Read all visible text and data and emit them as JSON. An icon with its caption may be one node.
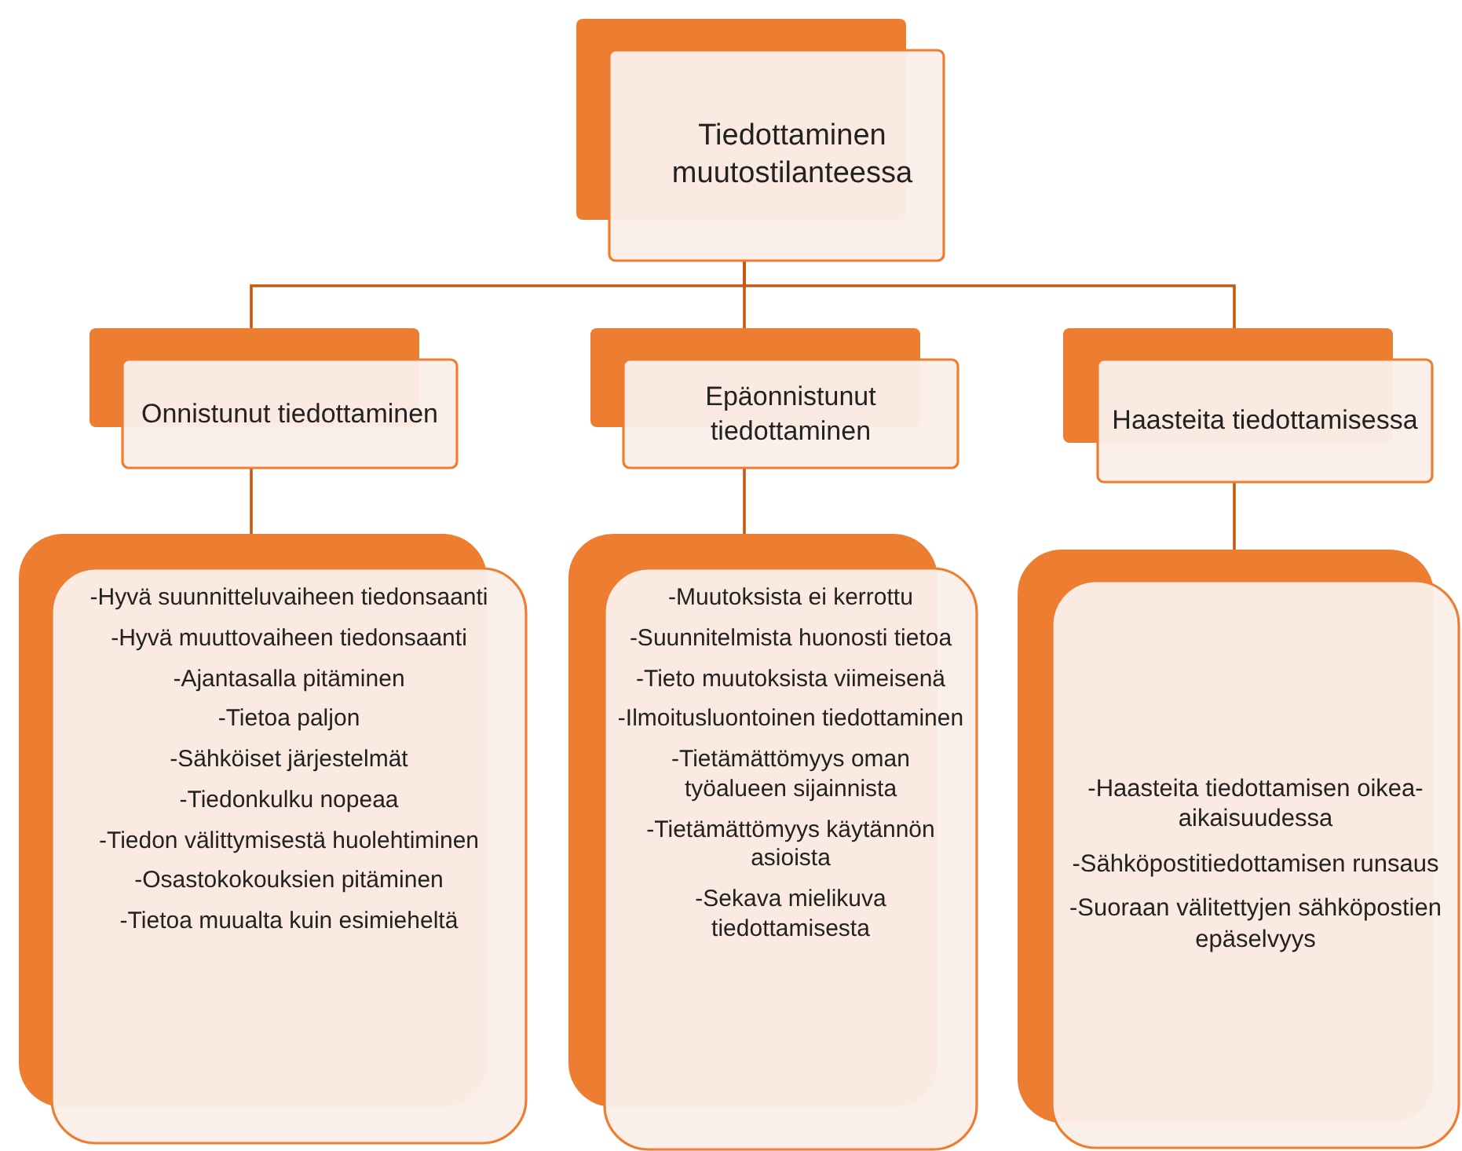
{
  "diagram": {
    "nodes": [
      {
        "text": [
          "Tiedottaminen muutostilanteessa"
        ]
      },
      {
        "text": [
          "Onnistunut tiedottaminen"
        ]
      },
      {
        "text": [
          "Epäonnistunut tiedottaminen"
        ]
      },
      {
        "text": [
          "Haasteita tiedottamisessa"
        ]
      },
      {
        "text": [
          "-Hyvä suunnitteluvaiheen tiedonsaanti",
          "-Hyvä muuttovaiheen tiedonsaanti",
          "-Ajantasalla pitäminen",
          "-Tietoa paljon",
          "-Sähköiset järjestelmät",
          "-Tiedonkulku nopeaa",
          "-Tiedon välittymisestä huolehtiminen",
          "-Osastokokouksien pitäminen",
          "-Tietoa muualta kuin esimieheltä"
        ]
      },
      {
        "text": [
          "-Muutoksista ei kerrottu",
          "-Suunnitelmista huonosti tietoa",
          "-Tieto muutoksista viimeisenä",
          "-Ilmoitusluontoinen tiedottaminen",
          "-Tietämättömyys oman työalueen sijainnista",
          "-Tietämättömyys käytännön asioista",
          "-Sekava mielikuva tiedottamisesta"
        ]
      },
      {
        "text": [
          "-Haasteita tiedottamisen oikea-aikaisuudessa",
          "-Sähköpostitiedottamisen runsaus",
          "-Suoraan välitettyjen sähköpostien epäselvyys"
        ]
      }
    ],
    "edges": [
      {
        "from": 0,
        "to": 1,
        "arrow": "none"
      },
      {
        "from": 0,
        "to": 2,
        "arrow": "none"
      },
      {
        "from": 0,
        "to": 3,
        "arrow": "none"
      },
      {
        "from": 1,
        "to": 4,
        "arrow": "none"
      },
      {
        "from": 2,
        "to": 5,
        "arrow": "none"
      },
      {
        "from": 3,
        "to": 6,
        "arrow": "none"
      }
    ]
  }
}
